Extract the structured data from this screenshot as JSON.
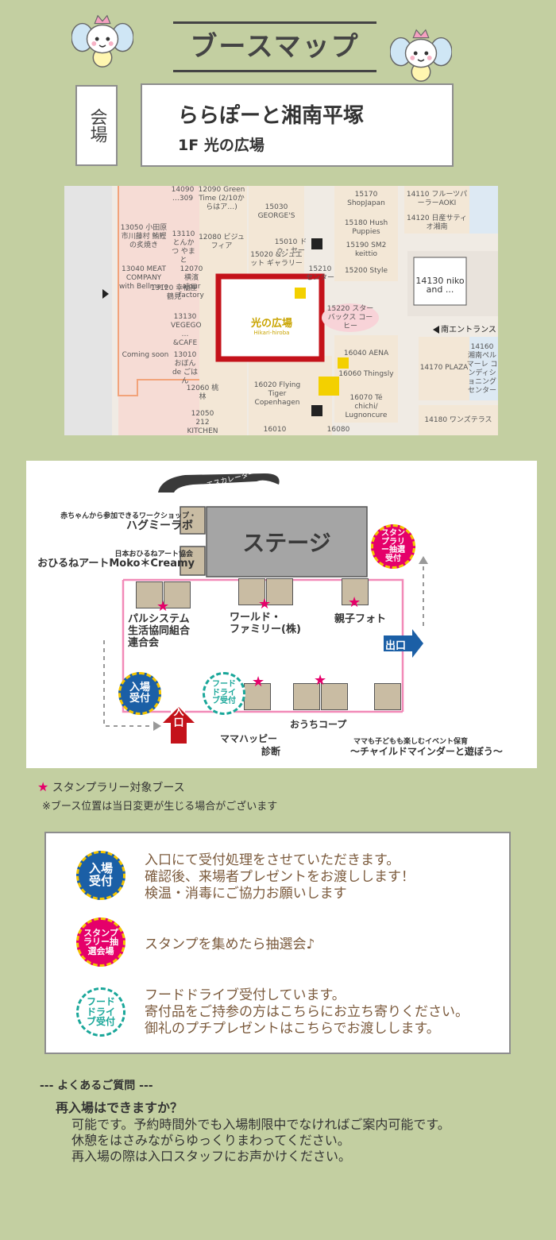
{
  "page_title": "ブースマップ",
  "venue": {
    "label": "会場",
    "name": "ららぽーと湘南平塚",
    "floor": "1F 光の広場"
  },
  "area_map": {
    "highlight_title": "光の広場",
    "highlight_subtitle": "Hikari-hiroba",
    "shops": [
      {
        "id": "s1",
        "text": "14090 …309"
      },
      {
        "id": "s2",
        "text": "12090 Green Time (2/10からはア…)"
      },
      {
        "id": "s3",
        "text": "15030 GEORGE'S"
      },
      {
        "id": "s4",
        "text": "15170 ShopJapan"
      },
      {
        "id": "s5",
        "text": "14110 フルーツパーラーAOKI"
      },
      {
        "id": "s6",
        "text": "14120 日産サティオ湘南"
      },
      {
        "id": "s7",
        "text": "13050 小田原市川藤村 鮪鰹の炙焼き"
      },
      {
        "id": "s8",
        "text": "13110 とんかつ やまと"
      },
      {
        "id": "s9",
        "text": "12080 ビジュフィア"
      },
      {
        "id": "s10",
        "text": "15010 ドゥ・セー"
      },
      {
        "id": "s11",
        "text": "15180 Hush Puppies"
      },
      {
        "id": "s12",
        "text": "15190 SM2 keittio"
      },
      {
        "id": "s13",
        "text": "14130 niko and ..."
      },
      {
        "id": "s14",
        "text": "13040 MEAT COMPANY with Bellmare"
      },
      {
        "id": "s15",
        "text": "15020 &シュエット ギャラリー"
      },
      {
        "id": "s16",
        "text": "15210 センター"
      },
      {
        "id": "s17",
        "text": "15200 Style"
      },
      {
        "id": "s18",
        "text": "13120 幸福屋 鶴見"
      },
      {
        "id": "s19",
        "text": "12070 横濱 ajour factory"
      },
      {
        "id": "s20",
        "text": "15220 スターバックス コーヒー"
      },
      {
        "id": "s21",
        "text": "南エントランス"
      },
      {
        "id": "s22",
        "text": "13130 VEGEGO …&CAFE"
      },
      {
        "id": "s23",
        "text": "16040 AENA"
      },
      {
        "id": "s24",
        "text": "14160 湘南ぺルマーレ コンディショニング センター"
      },
      {
        "id": "s25",
        "text": "Coming soon"
      },
      {
        "id": "s26",
        "text": "13010 おぼんde ごはん"
      },
      {
        "id": "s27",
        "text": "16060 Thingsly"
      },
      {
        "id": "s28",
        "text": "14170 PLAZA"
      },
      {
        "id": "s29",
        "text": "12060 桃林"
      },
      {
        "id": "s30",
        "text": "16020 Flying Tiger Copenhagen"
      },
      {
        "id": "s31",
        "text": "16070 Té chichi/ Lugnoncure"
      },
      {
        "id": "s32",
        "text": "12050 212 KITCHEN"
      },
      {
        "id": "s33",
        "text": "14180 ワンズテラス"
      },
      {
        "id": "s34",
        "text": "16010"
      },
      {
        "id": "s35",
        "text": "16080"
      }
    ]
  },
  "booth_map": {
    "escalator": "エスカレーター",
    "stage": "ステージ",
    "workshop_sub": "赤ちゃんから参加できるワークショップ・",
    "workshop_name": "ハグミーラボ",
    "ohirune_sub": "日本おひるねアート協会",
    "ohirune_name": "おひるねアートMoko＊Creamy",
    "pal_1": "パルシステム",
    "pal_2": "生活協同組合",
    "pal_3": "連合会",
    "world_1": "ワールド・",
    "world_2": "ファミリー(株)",
    "oyako": "親子フォト",
    "ouchi": "おうちコープ",
    "mama_1": "ママハッピー",
    "mama_2": "診断",
    "hoiku_sub": "ママも子どもも楽しむイベント保育",
    "hoiku_name": "〜チャイルドマインダーと遊ぼう〜",
    "entry_reception": "入場受付",
    "food_drive": "フードドライブ受付",
    "stamp_lottery": "スタンプラリー抽選受付",
    "entrance": "入口",
    "exit": "出口"
  },
  "legend": {
    "star_label": "スタンプラリー対象ブース",
    "note": "※ブース位置は当日変更が生じる場合がございます"
  },
  "info": {
    "entry_badge": "入場受付",
    "entry_lines": [
      "入口にて受付処理をさせていただきます。",
      "確認後、来場者プレゼントをお渡しします！",
      "検温・消毒にご協力お願いします"
    ],
    "stamp_badge": "スタンプラリー抽選会場",
    "stamp_line": "スタンプを集めたら抽選会♪",
    "food_badge": "フードドライブ受付",
    "food_lines": [
      "フードドライブ受付しています。",
      "寄付品をご持参の方はこちらにお立ち寄りください。",
      "御礼のプチプレゼントはこちらでお渡しします。"
    ]
  },
  "faq": {
    "heading": "--- よくあるご質問 ---",
    "question": "再入場はできますか？",
    "answers": [
      "可能です。予約時間外でも入場制限中でなければご案内可能です。",
      "休憩をはさみながらゆっくりまわってください。",
      "再入場の際は入口スタッフにお声かけください。"
    ]
  },
  "colors": {
    "background": "#c3cfa1",
    "highlight_red": "#c4121a",
    "route_pink": "#f28ab8",
    "star_pink": "#e5006a",
    "badge_blue": "#1b5fa6",
    "badge_teal": "#1aa79a",
    "info_text": "#7b5a3c",
    "booth": "#c9bca3",
    "stage": "#a5a5a5"
  }
}
